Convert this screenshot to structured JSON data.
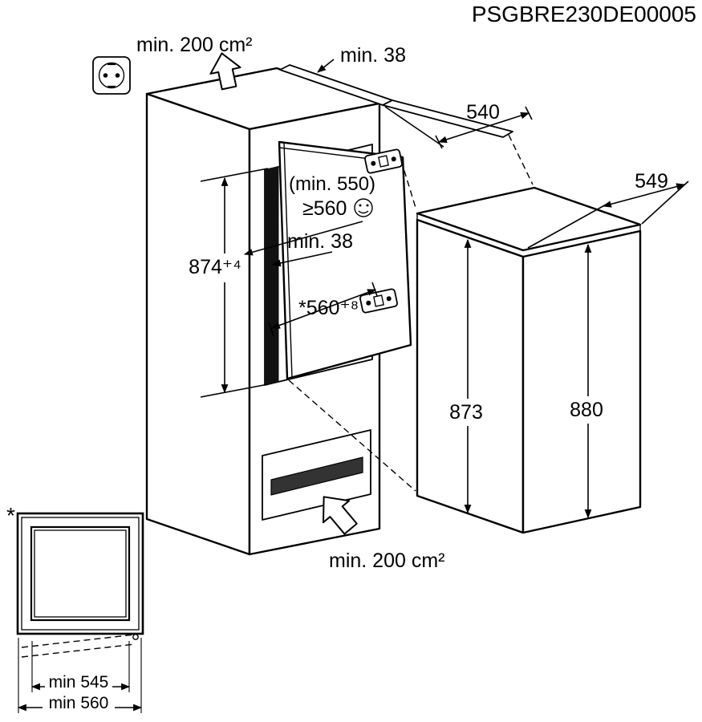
{
  "drawing": {
    "product_code": "PSGBRE230DE00005",
    "colors": {
      "line": "#000000",
      "shadow": "#111111",
      "background": "#ffffff"
    },
    "annotations": {
      "ventilation_top": "min. 200 cm²",
      "clearance_top_rear": "min. 38",
      "niche_depth_min": "(min. 550)",
      "niche_depth_recommended": "≥560",
      "clearance_front": "min. 38",
      "niche_height": "874⁺⁴",
      "niche_width": "*560⁺⁸",
      "appliance_height": "873",
      "overall_height": "880",
      "top_depth": "540",
      "appliance_depth": "549",
      "ventilation_bottom": "min. 200 cm²"
    },
    "door_panel_inset": {
      "footnote_marker": "*",
      "panel_width_min": "min 545",
      "recess_width_min": "min 560"
    },
    "icons": [
      "power-socket-icon",
      "up-arrow-icon",
      "smiley-icon",
      "hinge-icon"
    ]
  }
}
